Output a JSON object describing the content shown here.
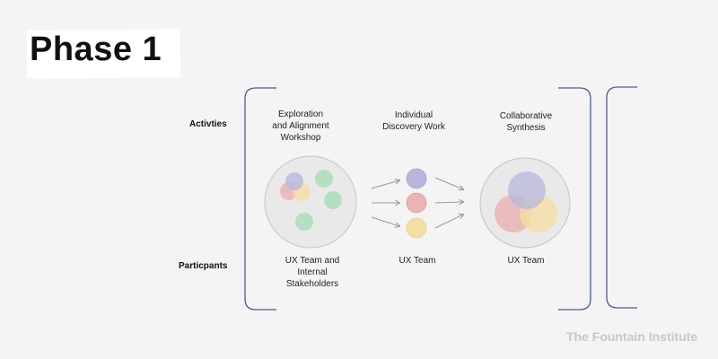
{
  "title": "Phase 1",
  "rows": {
    "activities": "Activties",
    "participants": "Particpants"
  },
  "columns": [
    {
      "activity": "Exploration\nand Alignment\nWorkshop",
      "participants": "UX Team and\nInternal\nStakeholders"
    },
    {
      "activity": "Individual\nDiscovery Work",
      "participants": "UX Team"
    },
    {
      "activity": "Collaborative\nSynthesis",
      "participants": "UX Team"
    }
  ],
  "footer": "The Fountain Institute",
  "colors": {
    "purple": "#b7b7dd",
    "red": "#e9b5b5",
    "yellow": "#f5dea3",
    "green": "#b5dfc2",
    "bracket": "#4a5a9a"
  }
}
